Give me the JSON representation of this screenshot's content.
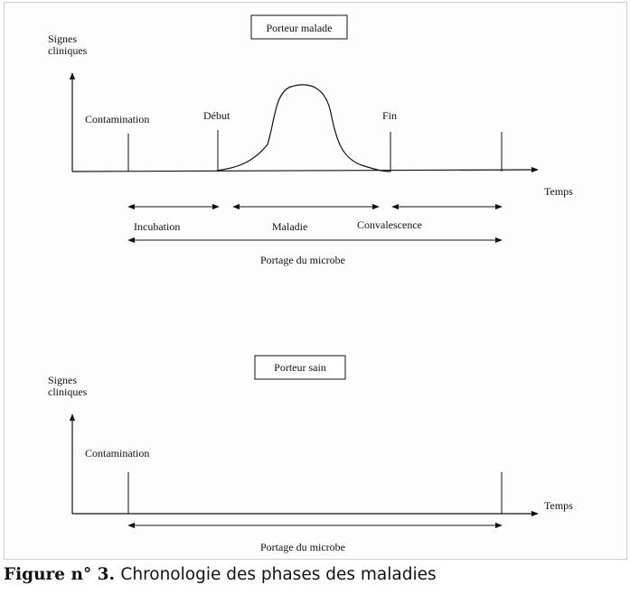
{
  "top_panel": {
    "title_box": "Porteur malade",
    "y_axis_label_line1": "Signes",
    "y_axis_label_line2": "cliniques",
    "x_axis_label": "Temps",
    "markers": {
      "contamination": "Contamination",
      "debut": "Début",
      "fin": "Fin"
    },
    "phases": {
      "incubation": "Incubation",
      "maladie": "Maladie",
      "convalescence": "Convalescence",
      "portage": "Portage du microbe"
    }
  },
  "bottom_panel": {
    "title_box": "Porteur sain",
    "y_axis_label_line1": "Signes",
    "y_axis_label_line2": "cliniques",
    "x_axis_label": "Temps",
    "markers": {
      "contamination": "Contamination"
    },
    "phases": {
      "portage": "Portage du microbe"
    }
  },
  "caption": {
    "prefix": "Figure n° 3.",
    "text": "Chronologie des phases des maladies"
  }
}
